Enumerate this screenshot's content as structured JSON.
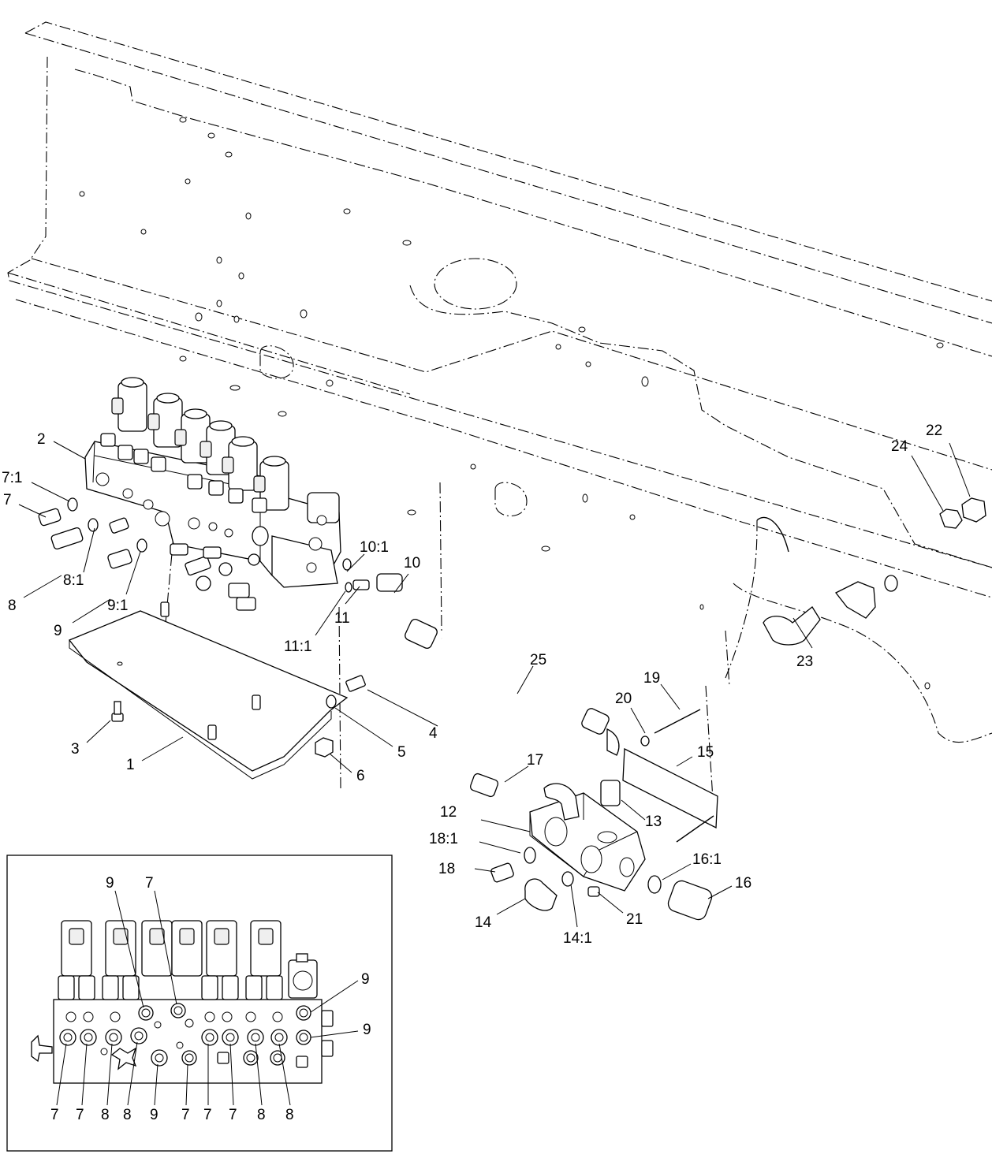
{
  "callouts_main": [
    {
      "id": "c-2",
      "text": "2"
    },
    {
      "id": "c-7-1",
      "text": "7:1"
    },
    {
      "id": "c-7",
      "text": "7"
    },
    {
      "id": "c-8",
      "text": "8"
    },
    {
      "id": "c-8-1",
      "text": "8:1"
    },
    {
      "id": "c-9",
      "text": "9"
    },
    {
      "id": "c-9-1",
      "text": "9:1"
    },
    {
      "id": "c-10-1",
      "text": "10:1"
    },
    {
      "id": "c-10",
      "text": "10"
    },
    {
      "id": "c-11-1",
      "text": "11:1"
    },
    {
      "id": "c-11",
      "text": "11"
    },
    {
      "id": "c-3",
      "text": "3"
    },
    {
      "id": "c-1",
      "text": "1"
    },
    {
      "id": "c-4",
      "text": "4"
    },
    {
      "id": "c-5",
      "text": "5"
    },
    {
      "id": "c-6",
      "text": "6"
    },
    {
      "id": "c-25",
      "text": "25"
    },
    {
      "id": "c-19",
      "text": "19"
    },
    {
      "id": "c-20",
      "text": "20"
    },
    {
      "id": "c-15",
      "text": "15"
    },
    {
      "id": "c-17",
      "text": "17"
    },
    {
      "id": "c-13",
      "text": "13"
    },
    {
      "id": "c-12",
      "text": "12"
    },
    {
      "id": "c-18-1",
      "text": "18:1"
    },
    {
      "id": "c-18",
      "text": "18"
    },
    {
      "id": "c-16-1",
      "text": "16:1"
    },
    {
      "id": "c-16",
      "text": "16"
    },
    {
      "id": "c-14",
      "text": "14"
    },
    {
      "id": "c-14-1",
      "text": "14:1"
    },
    {
      "id": "c-21",
      "text": "21"
    },
    {
      "id": "c-22",
      "text": "22"
    },
    {
      "id": "c-24",
      "text": "24"
    },
    {
      "id": "c-23",
      "text": "23"
    }
  ],
  "callouts_inset_top": [
    {
      "id": "i-9-a",
      "text": "9"
    },
    {
      "id": "i-7-a",
      "text": "7"
    },
    {
      "id": "i-9-b",
      "text": "9"
    },
    {
      "id": "i-9-c",
      "text": "9"
    }
  ],
  "callouts_inset_bottom": [
    "7",
    "7",
    "8",
    "8",
    "9",
    "7",
    "7",
    "7",
    "8",
    "8"
  ]
}
